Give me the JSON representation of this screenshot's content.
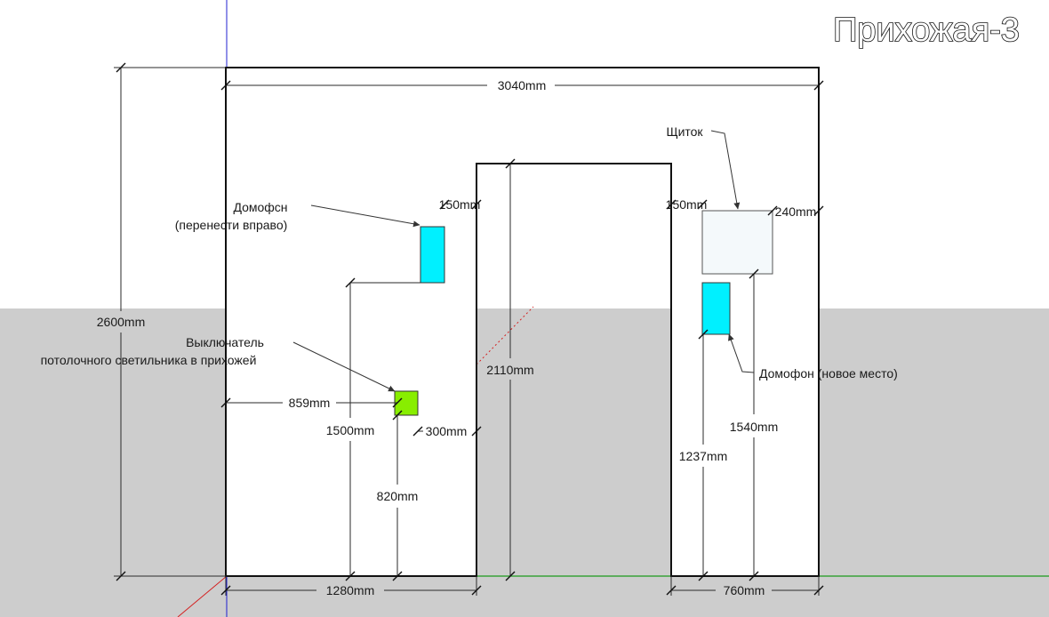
{
  "title": "Прихожая-3",
  "colors": {
    "sky": "#ffffff",
    "ground": "#cdcdcd",
    "wall": "#ffffff",
    "wall_stroke": "#111111",
    "cyan_box": "#00f0ff",
    "green_box": "#88ee00",
    "panel_box": "#f4f9fb",
    "axis_blue": "#2020d0",
    "axis_green": "#1d9a1d",
    "axis_red": "#d42020"
  },
  "dimensions": {
    "total_width": "3040mm",
    "total_height": "2600mm",
    "door_height": "2110mm",
    "left_offset": "1280mm",
    "right_offset": "760mm",
    "switch_offset": "859mm",
    "intercom_old_height": "1500mm",
    "switch_height": "820mm",
    "switch_gap": "300mm",
    "intercom_old_gap": "150mm",
    "intercom_new_gap": "150mm",
    "panel_right_gap": "240mm",
    "intercom_new_height": "1237mm",
    "panel_height": "1540mm"
  },
  "labels": {
    "intercom_old_line1": "Домофсн",
    "intercom_old_line2": "(перенести вправо)",
    "switch_line1": "Выключатель",
    "switch_line2": "потолочного светильника в прихожей",
    "panel": "Щиток",
    "intercom_new": "Домофон (новое место)"
  }
}
